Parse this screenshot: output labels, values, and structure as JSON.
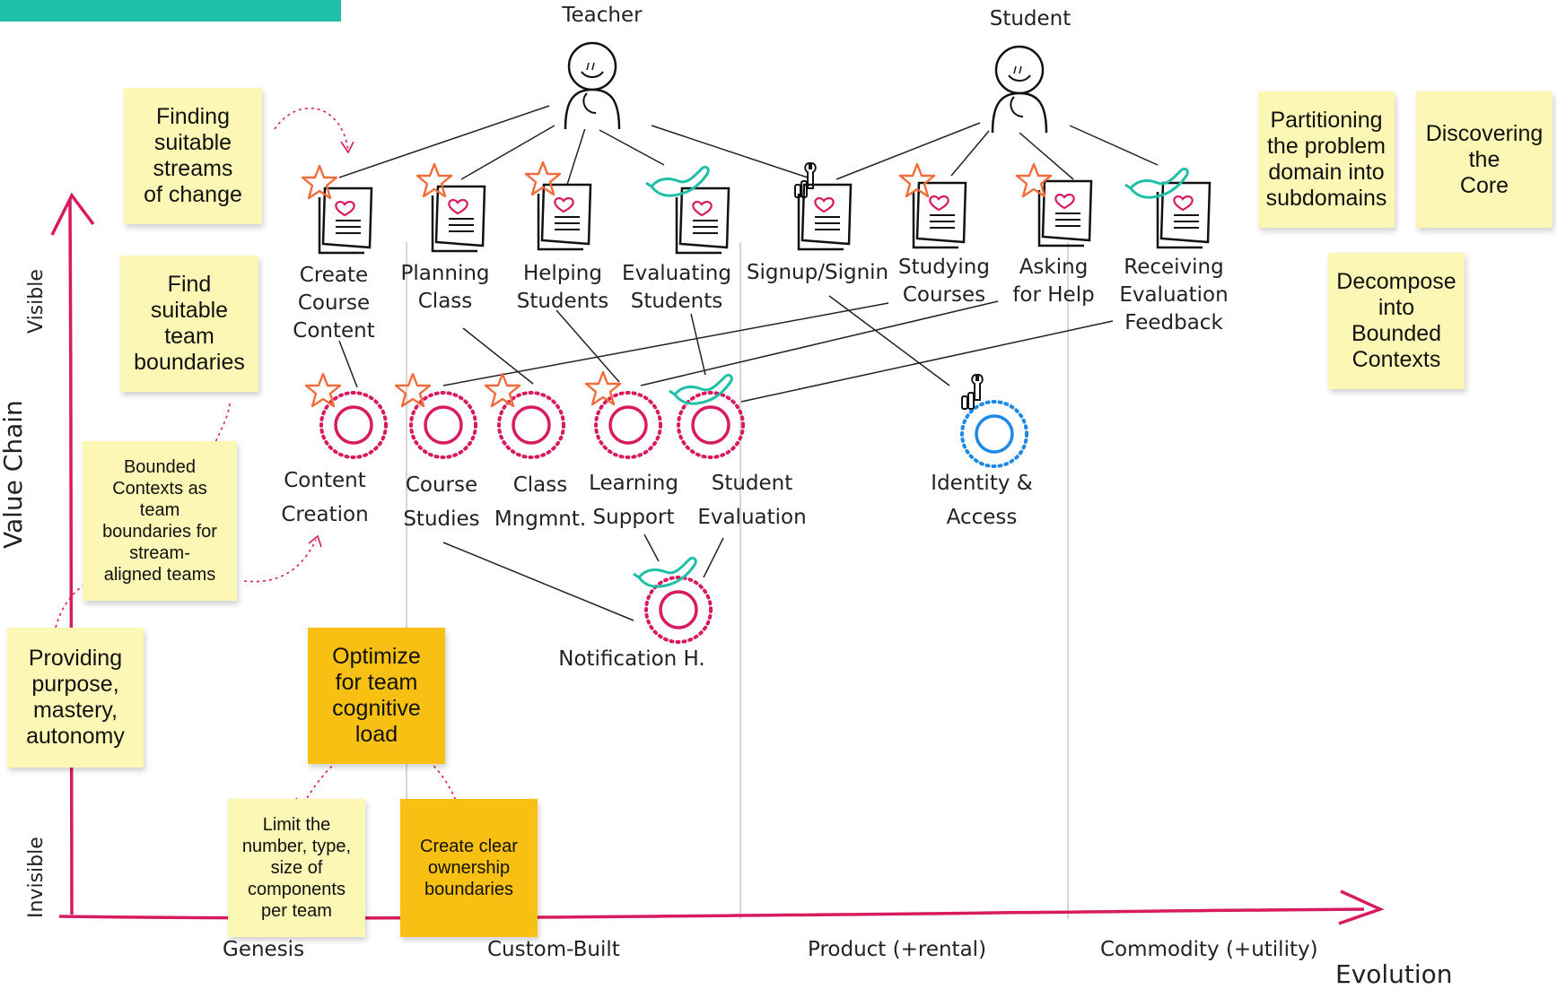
{
  "actors": {
    "teacher": "Teacher",
    "student": "Student"
  },
  "needs": {
    "create_course_content": "Create\nCourse\nContent",
    "planning_class": "Planning\nClass",
    "helping_students": "Helping\nStudents",
    "evaluating_students": "Evaluating\nStudents",
    "signup_signin": "Signup/Signin",
    "studying_courses": "Studying\nCourses",
    "asking_for_help": "Asking\nfor Help",
    "receiving_feedback": "Receiving\nEvaluation\nFeedback"
  },
  "contexts": {
    "content_creation": "Content\nCreation",
    "course_studies": "Course\nStudies",
    "class_mngmnt": "Class\nMngmnt.",
    "learning_support": "Learning\nSupport",
    "student_evaluation": "Student\nEvaluation",
    "identity_access": "Identity &\nAccess",
    "notification": "Notification H."
  },
  "axes": {
    "y_title": "Value Chain",
    "y_visible": "Visible",
    "y_invisible": "Invisible",
    "x_title": "Evolution",
    "stages": [
      "Genesis",
      "Custom-Built",
      "Product (+rental)",
      "Commodity (+utility)"
    ]
  },
  "stickies": {
    "finding_streams": "Finding\nsuitable\nstreams\nof change",
    "find_team_boundaries": "Find\nsuitable\nteam\nboundaries",
    "bounded_contexts_teams": "Bounded\nContexts as\nteam\nboundaries for\nstream-\naligned teams",
    "providing_purpose": "Providing\npurpose,\nmastery,\nautonomy",
    "optimize_cognitive": "Optimize\nfor team\ncognitive\nload",
    "limit_components": "Limit the\nnumber, type,\nsize of\ncomponents\nper team",
    "clear_ownership": "Create clear\nownership\nboundaries",
    "partitioning": "Partitioning\nthe problem\ndomain into\nsubdomains",
    "discovering_core": "Discovering\nthe\nCore",
    "decompose": "Decompose\ninto\nBounded\nContexts"
  },
  "colors": {
    "accent": "#d81b60",
    "teal": "#1fbfa8",
    "orange": "#f26b3a",
    "blue": "#1e88e5",
    "sticky_light": "#fdf7b6",
    "sticky_dark": "#f8c012"
  }
}
